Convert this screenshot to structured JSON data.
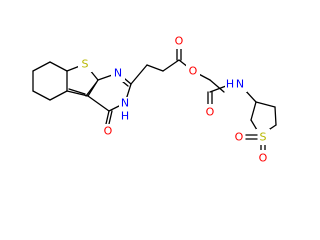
{
  "molecule": {
    "atoms": [
      {
        "label": "S",
        "color": "#b8b800"
      },
      {
        "label": "N",
        "color": "#0000ff"
      },
      {
        "label": "N",
        "color": "#0000ff"
      },
      {
        "label": "H",
        "color": "#0000ff"
      },
      {
        "label": "O",
        "color": "#ff0000"
      },
      {
        "label": "O",
        "color": "#ff0000"
      },
      {
        "label": "O",
        "color": "#ff0000"
      },
      {
        "label": "O",
        "color": "#ff0000"
      },
      {
        "label": "N",
        "color": "#0000ff"
      },
      {
        "label": "H",
        "color": "#0000ff"
      },
      {
        "label": "S",
        "color": "#b8b800"
      },
      {
        "label": "O",
        "color": "#ff0000"
      },
      {
        "label": "O",
        "color": "#ff0000"
      }
    ]
  }
}
